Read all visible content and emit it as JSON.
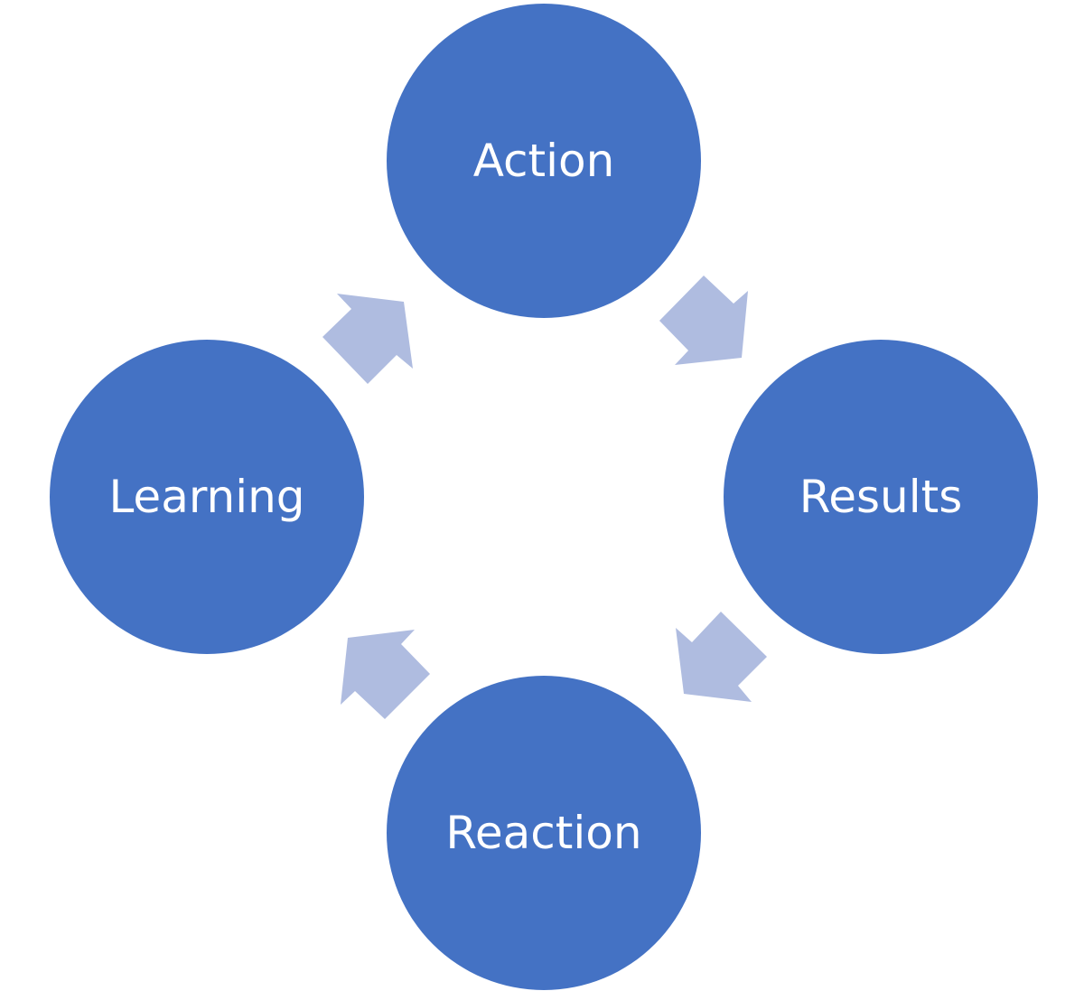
{
  "diagram": {
    "type": "cycle",
    "colors": {
      "node_fill": "#4472c4",
      "node_text": "#ffffff",
      "arrow_fill": "#afbce0",
      "background": "#ffffff"
    },
    "nodes": [
      {
        "id": "action",
        "label": "Action"
      },
      {
        "id": "results",
        "label": "Results"
      },
      {
        "id": "reaction",
        "label": "Reaction"
      },
      {
        "id": "learning",
        "label": "Learning"
      }
    ],
    "edges": [
      {
        "from": "action",
        "to": "results"
      },
      {
        "from": "results",
        "to": "reaction"
      },
      {
        "from": "reaction",
        "to": "learning"
      },
      {
        "from": "learning",
        "to": "action"
      }
    ]
  }
}
